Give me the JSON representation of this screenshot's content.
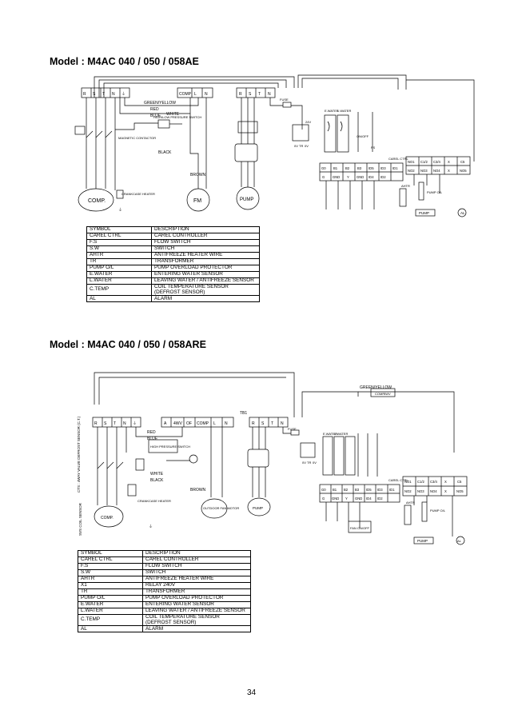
{
  "page": {
    "number": "34"
  },
  "sections": [
    {
      "title": "Model : M4AC 040 / 050 / 058AE",
      "diagram": {
        "terminal_left": [
          "R",
          "S",
          "T",
          "N",
          "⏚"
        ],
        "terminal_mid": [
          "COMP",
          "L",
          "N"
        ],
        "terminal_right": [
          "R",
          "S",
          "T",
          "N"
        ],
        "wire_labels": [
          "GREEN/YELLOW",
          "RED",
          "BLUE",
          "WHITE",
          "BLACK",
          "BROWN"
        ],
        "component_labels": {
          "pressure_switch": "HIGH/LOW PRESSURE SWITCH",
          "contactor": "MAGNETIC CONTACTOR",
          "crankcase": "CRANKCASE HEATER",
          "comp": "COMP.",
          "fm": "FM",
          "pump": "PUMP",
          "fuse": "FUSE",
          "transformer_v": "24V",
          "ewater": "E.WATER",
          "lwater": "L.WATER",
          "onoff": "ON/OFF",
          "fs": "FS",
          "carel": "CAREL CTRL",
          "pump_ol": "PUMP O/L",
          "pump_box": "PUMP",
          "alarm": "AL",
          "ahtr": "AHTR",
          "gnd": "⏚",
          "tr_pins": [
            "0V",
            "TR",
            "0V"
          ]
        },
        "controller_row1": [
          "G0",
          "B1",
          "B2",
          "B3",
          "ID5",
          "ID3",
          "ID1"
        ],
        "controller_row2": [
          "G",
          "GND",
          "Y",
          "GND",
          "ID4",
          "ID2"
        ],
        "relay_row1": [
          "NO1",
          "C1/2",
          "C3/4",
          "X",
          "C5"
        ],
        "relay_row2": [
          "NO2",
          "NO3",
          "NO4",
          "X",
          "NO5"
        ]
      },
      "legend": [
        [
          "SYMBOL",
          "DESCRIPTION"
        ],
        [
          "CAREL CTRL",
          "CAREL CONTROLLER"
        ],
        [
          "F.S",
          "FLOW SWITCH"
        ],
        [
          "S.W",
          "SWITCH"
        ],
        [
          "AHTR",
          "ANTIFREEZE HEATER WIRE"
        ],
        [
          "TR",
          "TRANSFORMER"
        ],
        [
          "PUMP O/L",
          "PUMP OVERLOAD PROTECTOR"
        ],
        [
          "E.WATER",
          "ENTERING WATER SENSOR"
        ],
        [
          "L.WATER",
          "LEAVING WATER / ANTIFREEZE SENSOR"
        ],
        [
          "C.TEMP",
          "COIL TEMPERATURE SENSOR\n(DEFROST SENSOR)"
        ],
        [
          "AL",
          "ALARM"
        ]
      ]
    },
    {
      "title": "Model : M4AC 040 / 050 / 058ARE",
      "diagram": {
        "side_label": "CTS : 4WAY VALVE DEFROST SENSOR (C.T.)",
        "side_label2": "SVS COIL SENSOR",
        "terminal_left": [
          "R",
          "S",
          "T",
          "N",
          "⏚"
        ],
        "terminal_mid": [
          "A",
          "4WV",
          "OF",
          "COMP",
          "L",
          "N"
        ],
        "terminal_right": [
          "R",
          "S",
          "T",
          "N"
        ],
        "tb_label": "TB1",
        "wire_labels": [
          "RED",
          "BLUE",
          "WHITE",
          "BLACK",
          "BROWN",
          "GREEN/YELLOW"
        ],
        "component_labels": {
          "pressure_switch": "HIGH PRESSURE SWITCH",
          "comp": "COMP.",
          "crankcase": "CRANKCASE HEATER",
          "outdoor_fan": "OUTDOOR FAN MOTOR",
          "pump": "PUMP",
          "fuse": "FUSE",
          "ewater": "E.WATER",
          "lwater": "L.WATER",
          "fan_onoff": "FAN ON/OFF",
          "carel": "CAREL CTRL",
          "pump_ol": "PUMP O/L",
          "pump_box": "PUMP",
          "alarm": "AL",
          "ahtr": "AHTR",
          "comp_box": "COMP",
          "fourwv": "4WV",
          "gnd": "⏚",
          "tr_pins": [
            "0V",
            "TR",
            "0V"
          ]
        },
        "controller_row1": [
          "G0",
          "B1",
          "B2",
          "B3",
          "ID5",
          "ID3",
          "ID1"
        ],
        "controller_row2": [
          "G",
          "GND",
          "Y",
          "GND",
          "ID4",
          "ID2"
        ],
        "relay_row1": [
          "NO1",
          "C1/2",
          "C3/4",
          "X",
          "C5"
        ],
        "relay_row2": [
          "NO2",
          "NO3",
          "NO4",
          "X",
          "NO5"
        ]
      },
      "legend": [
        [
          "SYMBOL",
          "DESCRIPTION"
        ],
        [
          "CAREL CTRL",
          "CAREL CONTROLLER"
        ],
        [
          "F.S",
          "FLOW SWITCH"
        ],
        [
          "S.W",
          "SWITCH"
        ],
        [
          "AHTR",
          "ANTIFREEZE HEATER WIRE"
        ],
        [
          "X1",
          "RELAY 240V"
        ],
        [
          "TR",
          "TRANSFORMER"
        ],
        [
          "PUMP O/L",
          "PUMP OVERLOAD PROTECTOR"
        ],
        [
          "E.WATER",
          "ENTERING WATER SENSOR"
        ],
        [
          "L.WATER",
          "LEAVING WATER / ANTIFREEZE SENSOR"
        ],
        [
          "C.TEMP",
          "COIL TEMPERATURE SENSOR\n(DEFROST SENSOR)"
        ],
        [
          "AL",
          "ALARM"
        ]
      ]
    }
  ]
}
